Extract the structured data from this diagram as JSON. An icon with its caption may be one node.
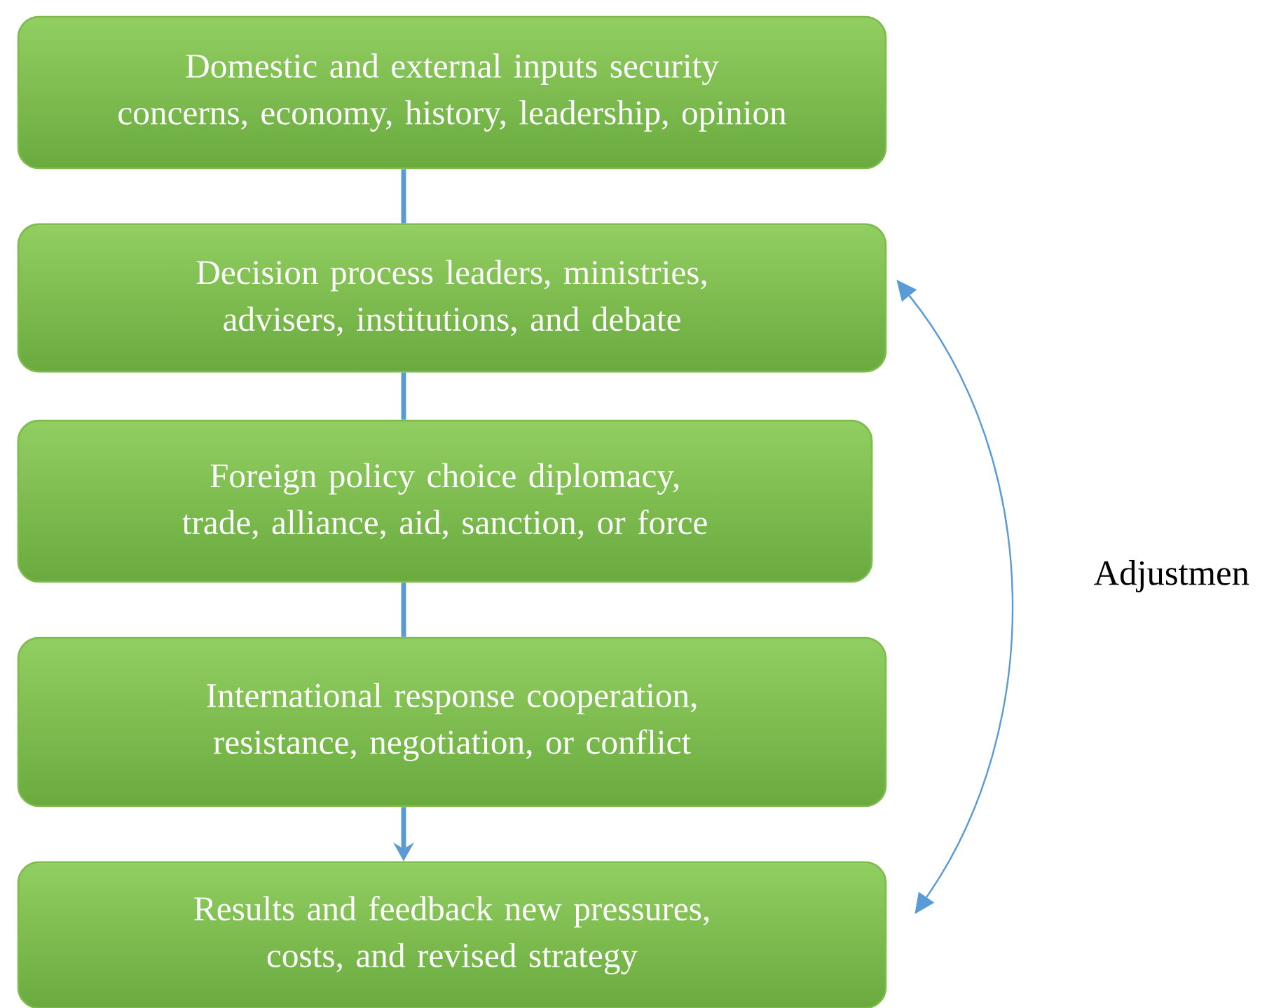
{
  "diagram": {
    "nodes": [
      {
        "text": [
          "Domestic and external inputs security concerns, economy, history, leadership, opinion"
        ]
      },
      {
        "text": [
          "Decision process leaders, ministries, advisers, institutions, and debate"
        ]
      },
      {
        "text": [
          "Foreign policy choice diplomacy, trade, alliance, aid, sanction, or force"
        ]
      },
      {
        "text": [
          "International response cooperation, resistance, negotiation, or conflict"
        ]
      },
      {
        "text": [
          "Results and feedback new pressures, costs, and revised strategy"
        ]
      }
    ],
    "edges": [
      {
        "from": 0,
        "to": 1,
        "arrow": "none"
      },
      {
        "from": 1,
        "to": 2,
        "arrow": "none"
      },
      {
        "from": 2,
        "to": 3,
        "arrow": "none"
      },
      {
        "from": 3,
        "to": 4,
        "arrow": "to"
      },
      {
        "from": 4,
        "to": 1,
        "arrow": "both"
      }
    ],
    "labels": [
      "Adjustmen"
    ]
  }
}
